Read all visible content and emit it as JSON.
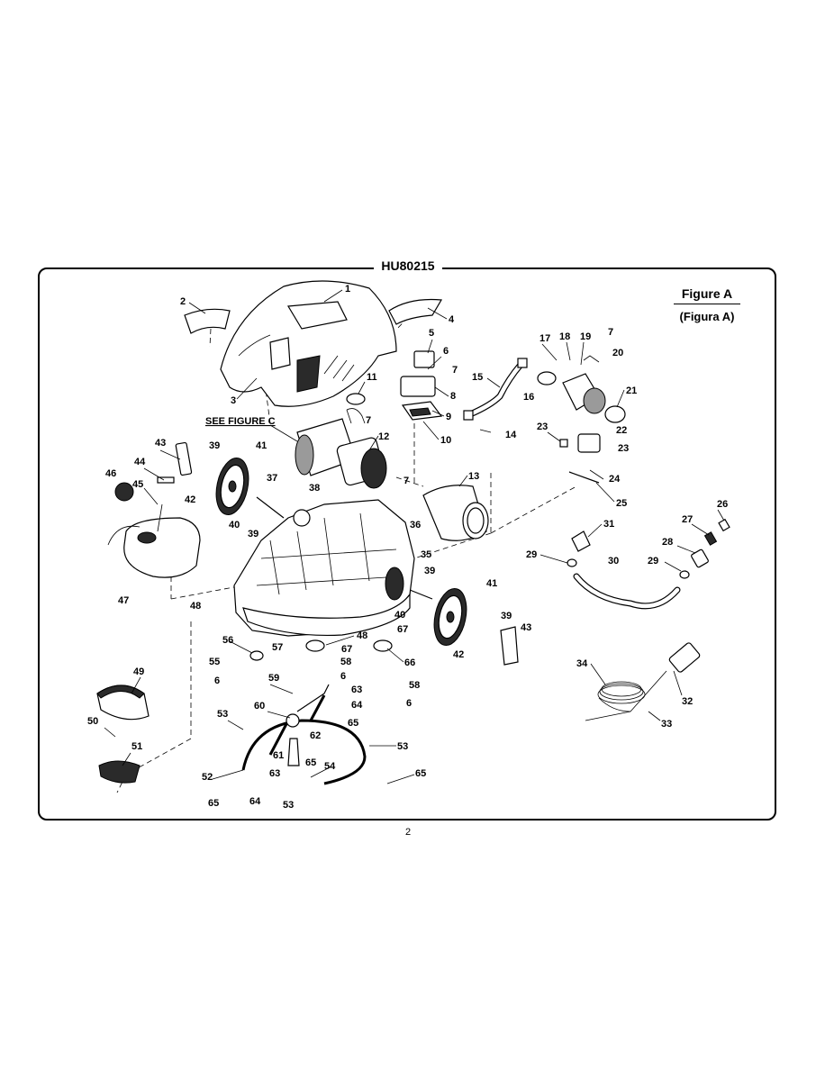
{
  "diagram": {
    "model_number": "HU80215",
    "figure_title": "Figure A",
    "figure_subtitle": "(Figura A)",
    "callout_note": "SEE FIGURE C",
    "page_number": "2"
  },
  "labels": [
    "1",
    "2",
    "3",
    "4",
    "5",
    "6",
    "7",
    "7",
    "8",
    "9",
    "10",
    "11",
    "12",
    "13",
    "14",
    "15",
    "16",
    "17",
    "18",
    "19",
    "7",
    "20",
    "21",
    "22",
    "23",
    "23",
    "24",
    "25",
    "26",
    "27",
    "28",
    "29",
    "29",
    "30",
    "31",
    "32",
    "33",
    "34",
    "35",
    "36",
    "37",
    "38",
    "39",
    "39",
    "39",
    "39",
    "40",
    "40",
    "41",
    "41",
    "42",
    "42",
    "43",
    "43",
    "44",
    "45",
    "46",
    "47",
    "48",
    "48",
    "49",
    "50",
    "51",
    "52",
    "53",
    "53",
    "53",
    "54",
    "55",
    "56",
    "57",
    "58",
    "58",
    "59",
    "60",
    "61",
    "62",
    "63",
    "63",
    "64",
    "64",
    "65",
    "65",
    "65",
    "65",
    "66",
    "67",
    "67",
    "6",
    "6",
    "6",
    "7"
  ]
}
